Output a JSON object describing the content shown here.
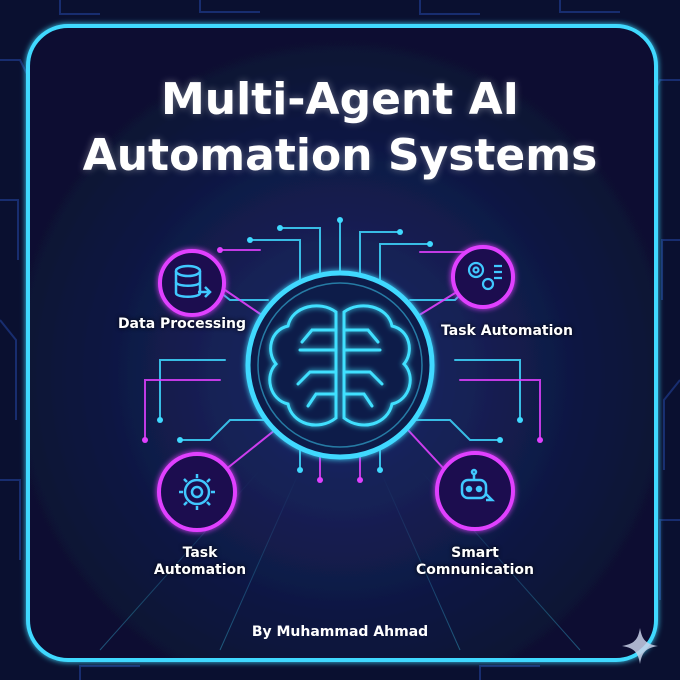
{
  "title": {
    "line1": "Multi-Agent AI",
    "line2": "Automation Systems"
  },
  "nodes": {
    "data_processing": "Data Processing",
    "task_automation_right": "Task Automation",
    "task_automation_left_line1": "Task",
    "task_automation_left_line2": "Automation",
    "smart_communication_line1": "Smart",
    "smart_communication_line2": "Comnunication"
  },
  "byline": "By Muhammad Ahmad",
  "colors": {
    "background": "#0a1030",
    "frame": "#3fd9ff",
    "brain": "#40e0ff",
    "node": "#e040ff",
    "text": "#ffffff"
  },
  "icons": [
    "database-icon",
    "gears-icon",
    "gear-icon",
    "chatbot-icon",
    "brain-icon",
    "sparkle-icon"
  ]
}
